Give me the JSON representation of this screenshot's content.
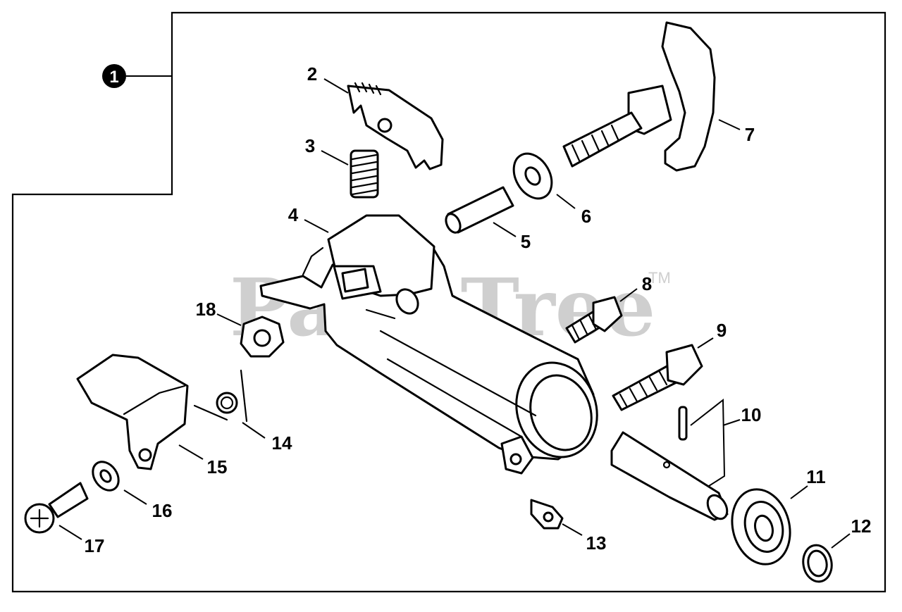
{
  "diagram": {
    "assembly_badge": "1",
    "watermark": "PartsTree",
    "watermark_tm": "TM",
    "callouts": [
      "2",
      "3",
      "4",
      "5",
      "6",
      "7",
      "8",
      "9",
      "10",
      "11",
      "12",
      "13",
      "14",
      "15",
      "16",
      "17",
      "18"
    ]
  }
}
